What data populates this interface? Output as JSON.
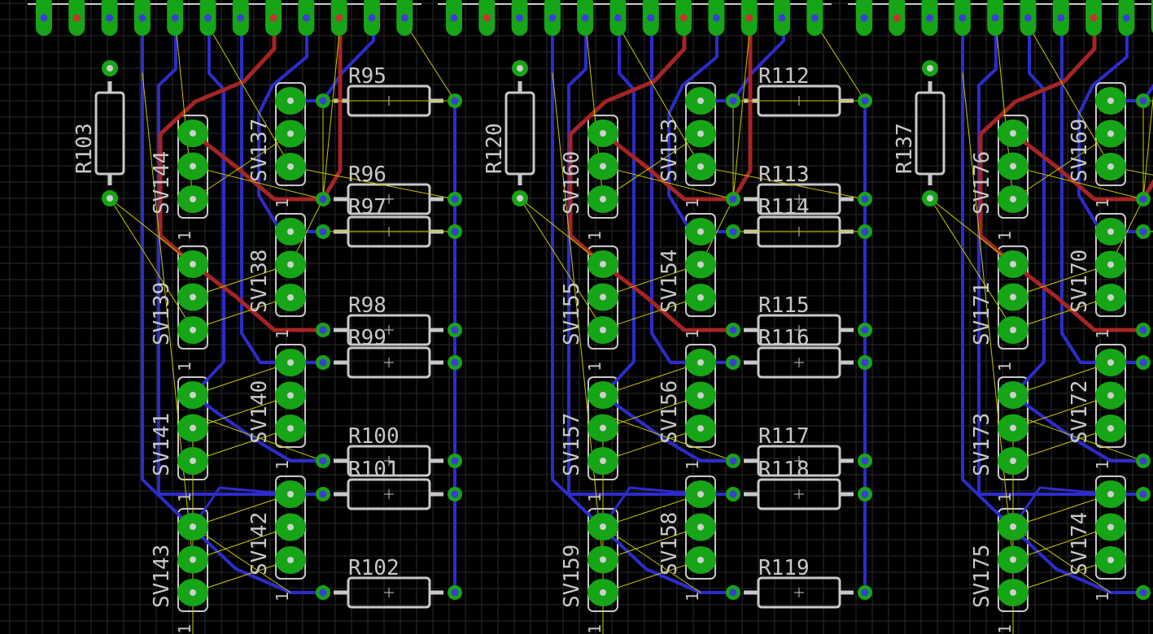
{
  "colors": {
    "background": "#000000",
    "grid": "#2b2b2b",
    "pad": "#16a516",
    "bottom_trace": "#2c2ccc",
    "top_trace": "#a52424",
    "airwire": "#c8c800",
    "silkscreen": "#c8c8c8",
    "hole": "#cfcfcf"
  },
  "pin1_marker": "1",
  "blocks": [
    {
      "r_vertical": "R103",
      "sv": [
        "SV144",
        "SV139",
        "SV141",
        "SV143",
        "SV137",
        "SV138",
        "SV140",
        "SV142"
      ],
      "r_rows": [
        "R95",
        "R96",
        "R97",
        "R98",
        "R99",
        "R100",
        "R101",
        "R102"
      ]
    },
    {
      "r_vertical": "R120",
      "sv": [
        "SV160",
        "SV155",
        "SV157",
        "SV159",
        "SV153",
        "SV154",
        "SV156",
        "SV158"
      ],
      "r_rows": [
        "R112",
        "R113",
        "R114",
        "R115",
        "R116",
        "R117",
        "R118",
        "R119"
      ]
    },
    {
      "r_vertical": "R137",
      "sv": [
        "SV176",
        "SV171",
        "SV173",
        "SV175",
        "SV169",
        "SV170",
        "SV172",
        "SV174"
      ],
      "r_rows": []
    }
  ]
}
